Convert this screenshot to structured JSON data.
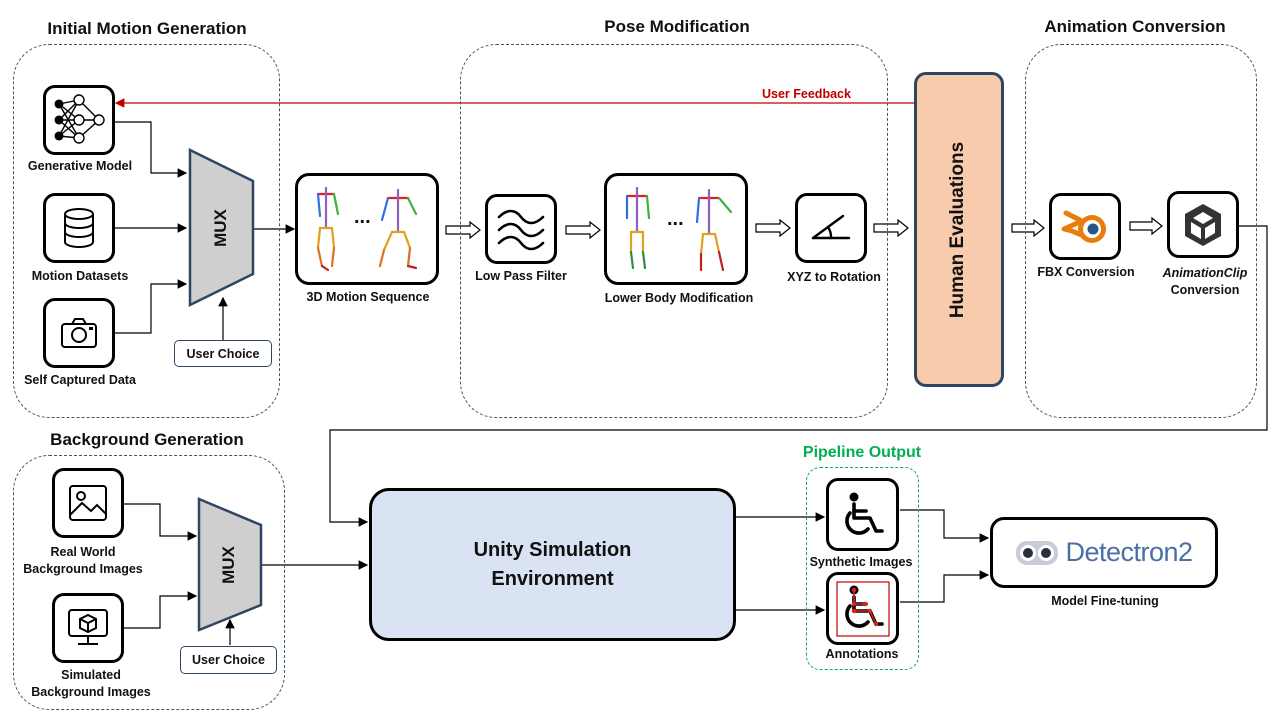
{
  "groups": {
    "initial_motion": "Initial Motion Generation",
    "pose_modification": "Pose Modification",
    "animation_conversion": "Animation Conversion",
    "background_generation": "Background Generation",
    "pipeline_output": "Pipeline Output"
  },
  "nodes": {
    "generative_model": "Generative Model",
    "motion_datasets": "Motion Datasets",
    "self_captured": "Self Captured Data",
    "mux": "MUX",
    "user_choice": "User Choice",
    "motion_sequence": "3D Motion Sequence",
    "low_pass": "Low Pass Filter",
    "lower_body": "Lower Body Modification",
    "xyz_rotation": "XYZ to Rotation",
    "human_eval": "Human Evaluations",
    "fbx": "FBX Conversion",
    "animclip_italic": "AnimationClip",
    "animclip_rest": "Conversion",
    "real_world_1": "Real World",
    "real_world_2": "Background Images",
    "simulated_1": "Simulated",
    "simulated_2": "Background Images",
    "unity_1": "Unity Simulation",
    "unity_2": "Environment",
    "synthetic": "Synthetic Images",
    "annotations": "Annotations",
    "detectron": "Detectron2",
    "fine_tuning": "Model Fine-tuning",
    "ellipsis": "..."
  },
  "edges": {
    "user_feedback": "User Feedback"
  },
  "colors": {
    "human_eval_fill": "#f8cbad",
    "unity_fill": "#dae3f3",
    "mux_fill": "#d0cece",
    "feedback": "#c00000",
    "pipeline_output": "#00b050",
    "detectron_blue": "#4a6fa5"
  }
}
